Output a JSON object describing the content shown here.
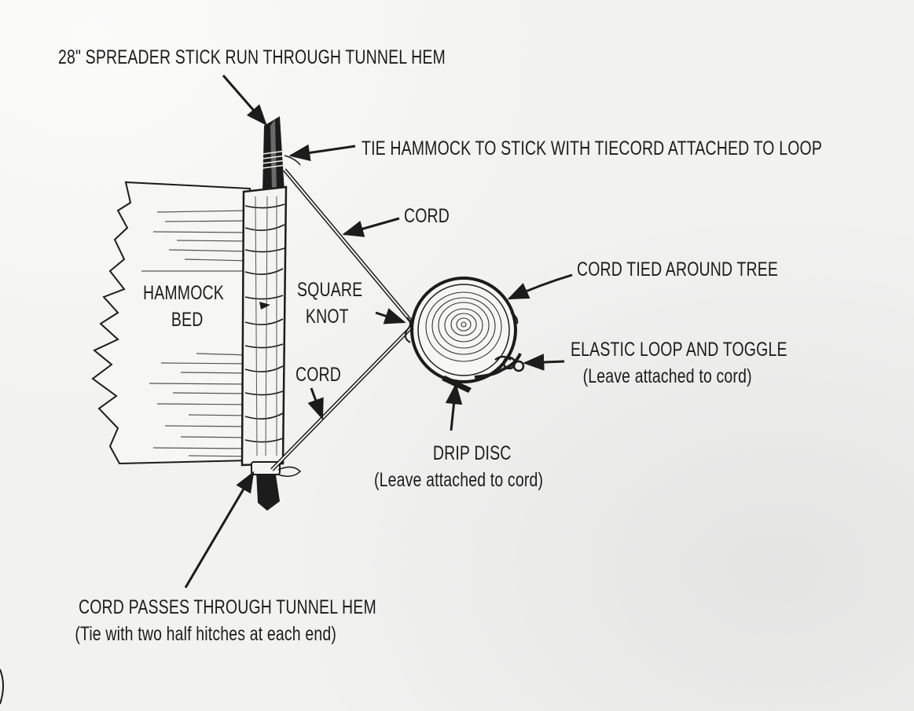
{
  "labels": {
    "spreader_stick": "28\" SPREADER STICK RUN THROUGH TUNNEL HEM",
    "tie_hammock": "TIE HAMMOCK TO STICK WITH TIECORD ATTACHED TO LOOP",
    "cord_upper": "CORD",
    "cord_tied_tree": "CORD TIED AROUND TREE",
    "hammock_bed_line1": "HAMMOCK",
    "hammock_bed_line2": "BED",
    "square_knot_line1": "SQUARE",
    "square_knot_line2": "KNOT",
    "cord_lower": "CORD",
    "elastic_loop_line1": "ELASTIC LOOP AND TOGGLE",
    "elastic_loop_line2": "(Leave attached to cord)",
    "drip_disc_line1": "DRIP DISC",
    "drip_disc_line2": "(Leave attached to cord)",
    "cord_passes_line1": "CORD PASSES THROUGH TUNNEL HEM",
    "cord_passes_line2": "(Tie with two half hitches at each end)"
  },
  "colors": {
    "ink": "#1c1c1c",
    "paper": "#f2f2f0"
  }
}
